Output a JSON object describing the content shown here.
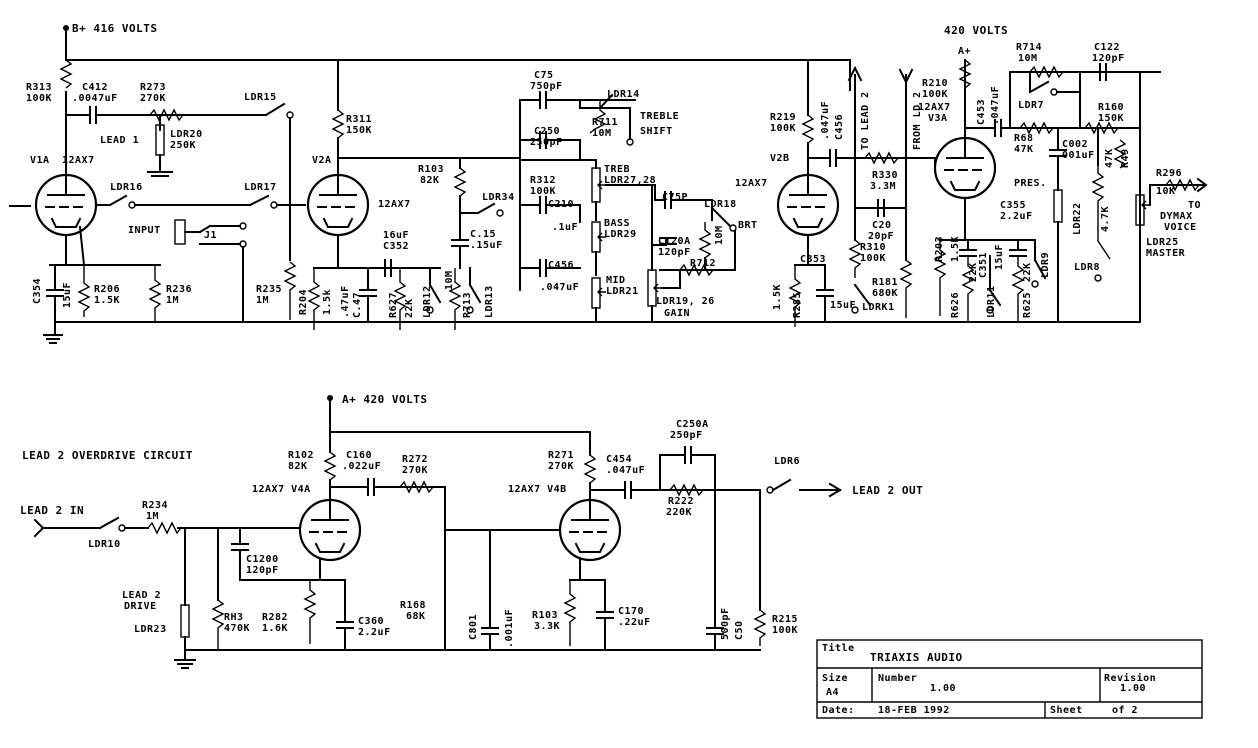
{
  "upper": {
    "supply_b": "B+ 416 VOLTS",
    "supply_a": "420 VOLTS",
    "r313": "R313",
    "r313v": "100K",
    "c412": "C412",
    "c412v": ".0047uF",
    "r273": "R273",
    "r273v": "270K",
    "lead1": "LEAD 1",
    "ldr20": "LDR20",
    "ldr20v": "250K",
    "ldr15": "LDR15",
    "ldr16": "LDR16",
    "ldr17": "LDR17",
    "v1a": "V1A",
    "v1a_type": "12AX7",
    "input": "INPUT",
    "j1": "J1",
    "c354": "C354",
    "c354v": "15uF",
    "r206": "R206",
    "r206v": "1.5K",
    "r236": "R236",
    "r236v": "1M",
    "r235": "R235",
    "r235v": "1M",
    "r311": "R311",
    "r311v": "150K",
    "v2a": "V2A",
    "v2a_type": "12AX7",
    "r204": "R204",
    "r204v": "1.5k",
    "c47": ".47uF",
    "c47b": "C.47",
    "c352": "C352",
    "c352v": "16uF",
    "r627": "R627",
    "r627v": "22K",
    "ldr12": "LDR12",
    "r10m": "10M",
    "r713": "R713",
    "ldr13": "LDR13",
    "r103": "R103",
    "r103v": "82K",
    "ldr34": "LDR34",
    "c15": "C.15",
    "c15v": ".15uF",
    "c75": "C75",
    "c75v": "750pF",
    "ldr14": "LDR14",
    "c250": "C250",
    "c250v": "250pF",
    "r711": "R711",
    "r711v": "10M",
    "treble": "TREBLE",
    "shift": "SHIFT",
    "r312": "R312",
    "r312v": "100K",
    "treb": "TREB",
    "ldr2728": "LDR27,28",
    "c210": "C210",
    "c210v": ".1uF",
    "bass": "BASS",
    "ldr29": "LDR29",
    "c456": "C456",
    "c456v": ".047uF",
    "mid": "MID",
    "ldr21": "LDR21",
    "c75p": "C75P",
    "ldr18": "LDR18",
    "brt": "BRT",
    "c120a": "C120A",
    "c120av": "120pF",
    "r10mb": "10M",
    "r712": "R712",
    "ldr1926": "LDR19, 26",
    "gain": "GAIN",
    "r219": "R219",
    "r219v": "100K",
    "c456b": "C456",
    "c456bv": ".047uF",
    "v2b": "V2B",
    "v2b_type": "12AX7",
    "c353": "C353",
    "r285": "R285",
    "r285v": "1.5K",
    "c353v": "15uF",
    "tolead2": "TO LEAD 2",
    "fromld2": "FROM LD 2",
    "r330": "R330",
    "r330v": "3.3M",
    "c20": "C20",
    "c20v": "20pF",
    "r310": "R310",
    "r310v": "100K",
    "r181": "R181",
    "r181v": "680K",
    "ldrk1": "LDRK1",
    "a_plus": "A+",
    "r210": "R210",
    "r210v": "100K",
    "c453": "C453",
    "c453v": ".047uF",
    "r714": "R714",
    "r714v": "10M",
    "c122": "C122",
    "c122v": "120pF",
    "ldr7": "LDR7",
    "r160": "R160",
    "r160v": "150K",
    "v3a_type": "12AX7",
    "v3a": "V3A",
    "r68": "R68",
    "r68v": "47K",
    "c002": "C002",
    "c002v": "001uF",
    "r49": "R49",
    "r49v": "47K",
    "pres": "PRES.",
    "c355": "C355",
    "c355v": "2.2uF",
    "r203": "R203",
    "r203v": "1.5K",
    "c351": "C351",
    "c351v": "15uF",
    "ldr22": "LDR22",
    "r47": "4.7K",
    "r296": "R296",
    "r296v": "10K",
    "to": "TO",
    "dymax": "DYMAX",
    "voice": "VOICE",
    "ldr25": "LDR25",
    "master": "MASTER",
    "r626": "R626",
    "r626v": "22K",
    "ldr11": "LDR11",
    "r625": "R625",
    "r625v": "22K",
    "ldr9": "LDR9",
    "ldr8": "LDR8"
  },
  "lower": {
    "supply": "A+ 420 VOLTS",
    "title": "LEAD 2 OVERDRIVE CIRCUIT",
    "r102": "R102",
    "r102v": "82K",
    "c160": "C160",
    "c160v": ".022uF",
    "r272": "R272",
    "r272v": "270K",
    "v4a": "12AX7 V4A",
    "r271": "R271",
    "r271v": "270K",
    "c454": "C454",
    "c454v": ".047uF",
    "c250a": "C250A",
    "c250av": "250pF",
    "v4b": "12AX7 V4B",
    "r222": "R222",
    "r222v": "220K",
    "ldr6": "LDR6",
    "lead2out": "LEAD 2 OUT",
    "lead2in": "LEAD 2 IN",
    "ldr10": "LDR10",
    "r234": "R234",
    "r234v": "1M",
    "c1200": "C1200",
    "c1200v": "120pF",
    "lead2": "LEAD 2",
    "drive": "DRIVE",
    "ldr23": "LDR23",
    "rh3": "RH3",
    "rh3v": "470K",
    "r282": "R282",
    "r282v": "1.6K",
    "c360": "C360",
    "c360v": "2.2uF",
    "r168": "R168",
    "r168v": "68K",
    "c801": "C801",
    "c801v": ".001uF",
    "r103": "R103",
    "r103v": "3.3K",
    "c170": "C170",
    "c170v": ".22uF",
    "c50": "C50",
    "c50v": "500pF",
    "r215": "R215",
    "r215v": "100K"
  },
  "titleblock": {
    "title_label": "Title",
    "title": "TRIAXIS AUDIO",
    "size_label": "Size",
    "size": "A4",
    "number_label": "Number",
    "number": "1.00",
    "revision_label": "Revision",
    "revision": "1.00",
    "date_label": "Date:",
    "date": "18-FEB 1992",
    "sheet_label": "Sheet",
    "sheet": "of 2"
  }
}
